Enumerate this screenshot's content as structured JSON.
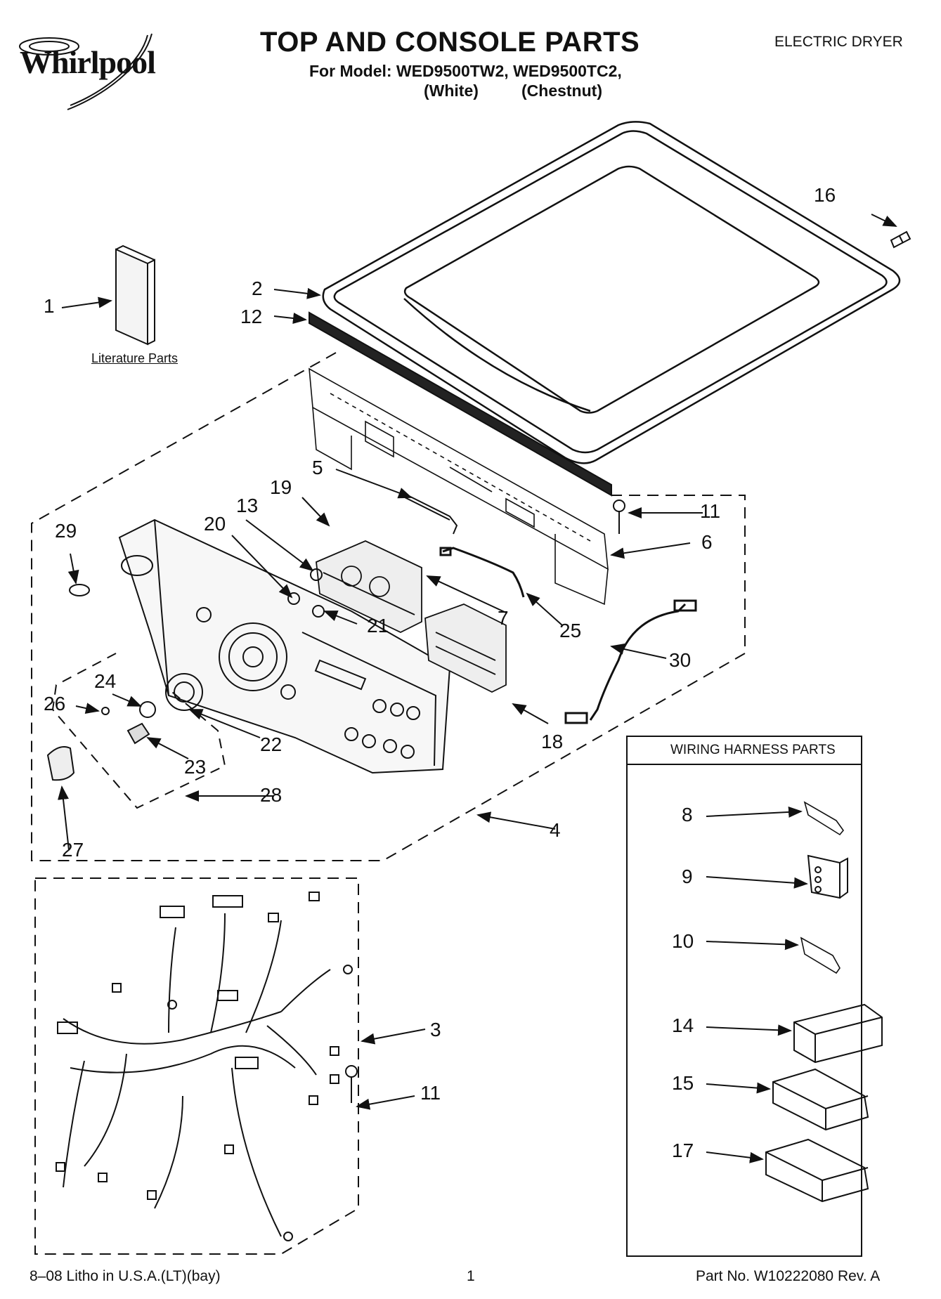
{
  "header": {
    "brand": "Whirlpool",
    "title": "TOP AND CONSOLE PARTS",
    "model_line": "For Model: WED9500TW2, WED9500TC2,",
    "color_white": "(White)",
    "color_chestnut": "(Chestnut)",
    "product_type": "ELECTRIC DRYER"
  },
  "labels": {
    "literature_parts": "Literature Parts",
    "wiring_harness_parts": "WIRING HARNESS PARTS"
  },
  "callouts": {
    "c1": "1",
    "c2": "2",
    "c3": "3",
    "c4": "4",
    "c5": "5",
    "c6": "6",
    "c7": "7",
    "c8": "8",
    "c9": "9",
    "c10": "10",
    "c11a": "11",
    "c11b": "11",
    "c12": "12",
    "c13": "13",
    "c14": "14",
    "c15": "15",
    "c16": "16",
    "c17": "17",
    "c18": "18",
    "c19": "19",
    "c20": "20",
    "c21": "21",
    "c22": "22",
    "c23": "23",
    "c24": "24",
    "c25": "25",
    "c26": "26",
    "c27": "27",
    "c28": "28",
    "c29": "29",
    "c30": "30"
  },
  "footer": {
    "litho": "8–08 Litho in U.S.A.(LT)(bay)",
    "page": "1",
    "part_no": "Part No. W10222080 Rev. A"
  }
}
